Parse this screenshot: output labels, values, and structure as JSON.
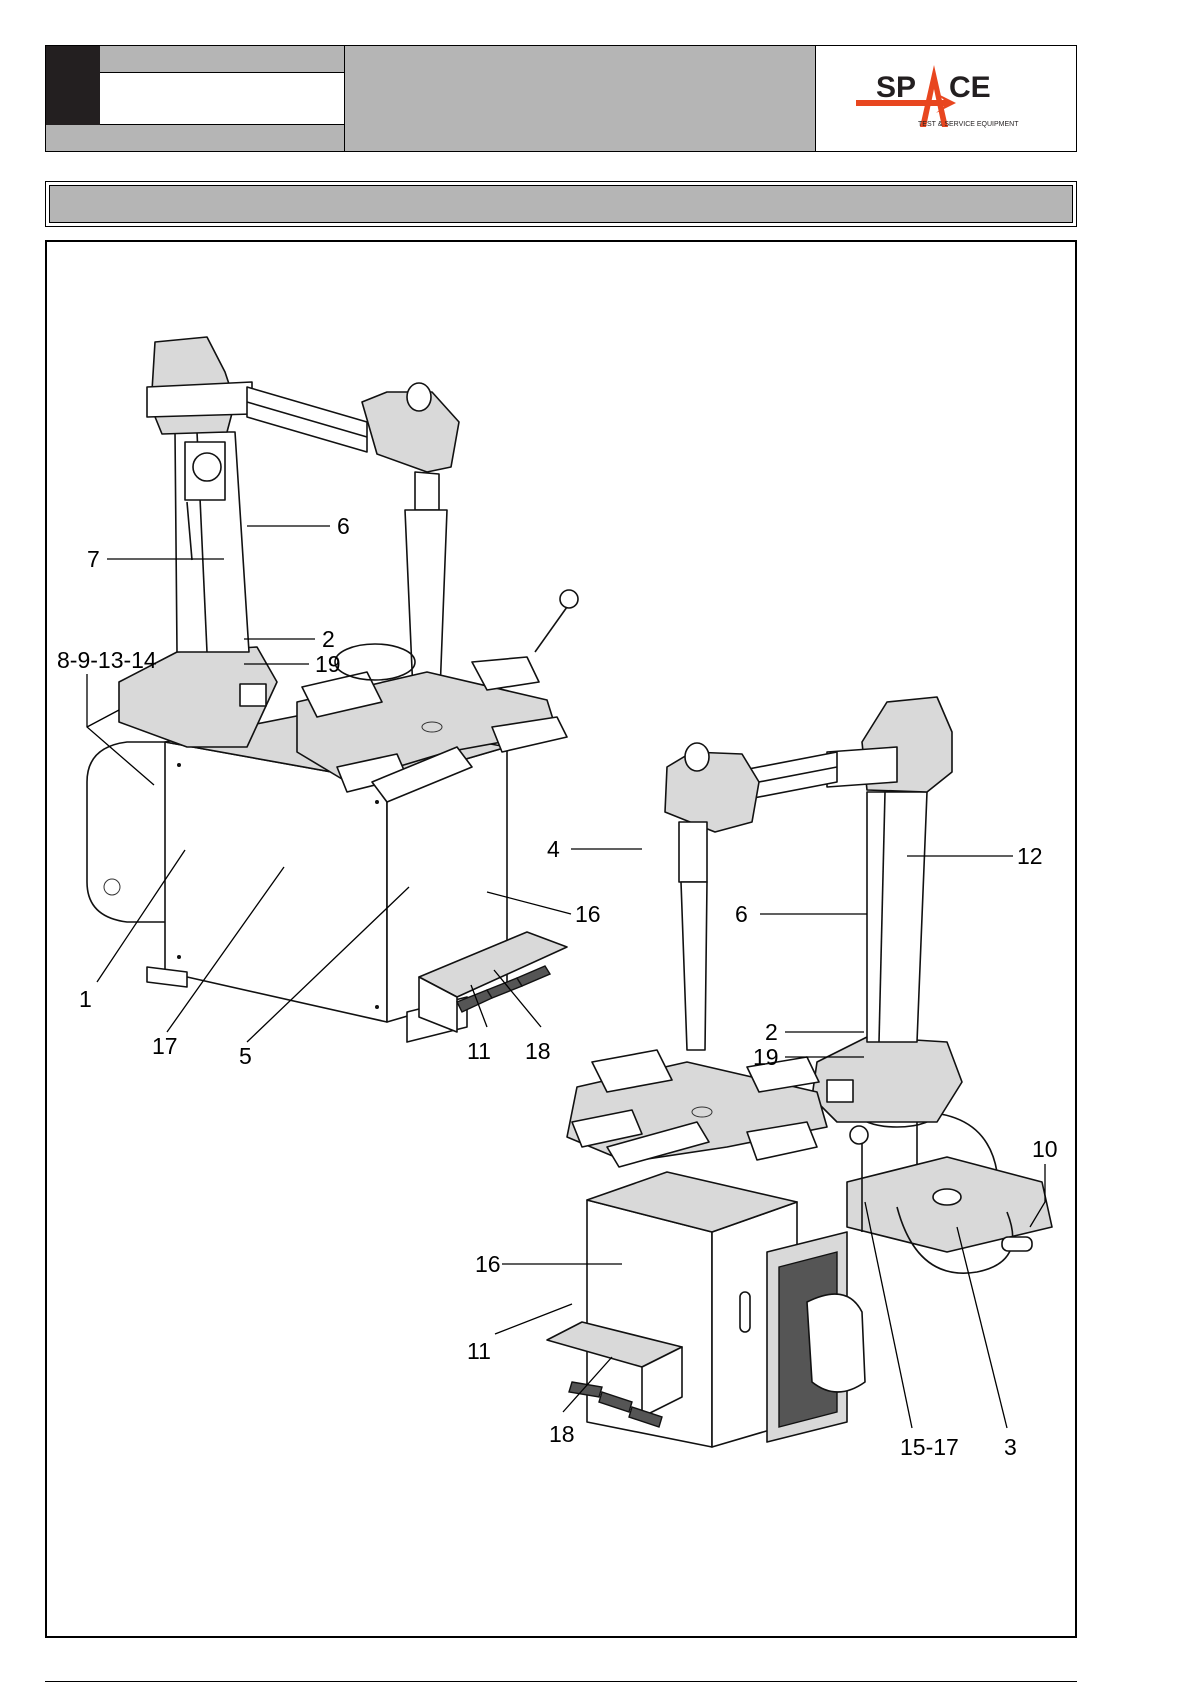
{
  "header": {
    "logo": {
      "wordmark": "SPACE",
      "tagline": "TEST & SERVICE EQUIPMENT",
      "colors": {
        "accent": "#e8461f",
        "text": "#231f20"
      }
    },
    "colors": {
      "header_gray": "#b5b5b5",
      "header_black": "#231f20"
    }
  },
  "figure": {
    "callouts_left": [
      {
        "id": "c6",
        "label": "6"
      },
      {
        "id": "c7",
        "label": "7"
      },
      {
        "id": "c2",
        "label": "2"
      },
      {
        "id": "c19",
        "label": "19"
      },
      {
        "id": "c8",
        "label": "8-9-13-14"
      },
      {
        "id": "c16",
        "label": "16"
      },
      {
        "id": "c1",
        "label": "1"
      },
      {
        "id": "c17",
        "label": "17"
      },
      {
        "id": "c5",
        "label": "5"
      },
      {
        "id": "c11",
        "label": "11"
      },
      {
        "id": "c18",
        "label": "18"
      }
    ],
    "callouts_right": [
      {
        "id": "r4",
        "label": "4"
      },
      {
        "id": "r12",
        "label": "12"
      },
      {
        "id": "r6",
        "label": "6"
      },
      {
        "id": "r2",
        "label": "2"
      },
      {
        "id": "r19",
        "label": "19"
      },
      {
        "id": "r10",
        "label": "10"
      },
      {
        "id": "r16",
        "label": "16"
      },
      {
        "id": "r11",
        "label": "11"
      },
      {
        "id": "r18",
        "label": "18"
      },
      {
        "id": "r1517",
        "label": "15-17"
      },
      {
        "id": "r3",
        "label": "3"
      }
    ]
  }
}
